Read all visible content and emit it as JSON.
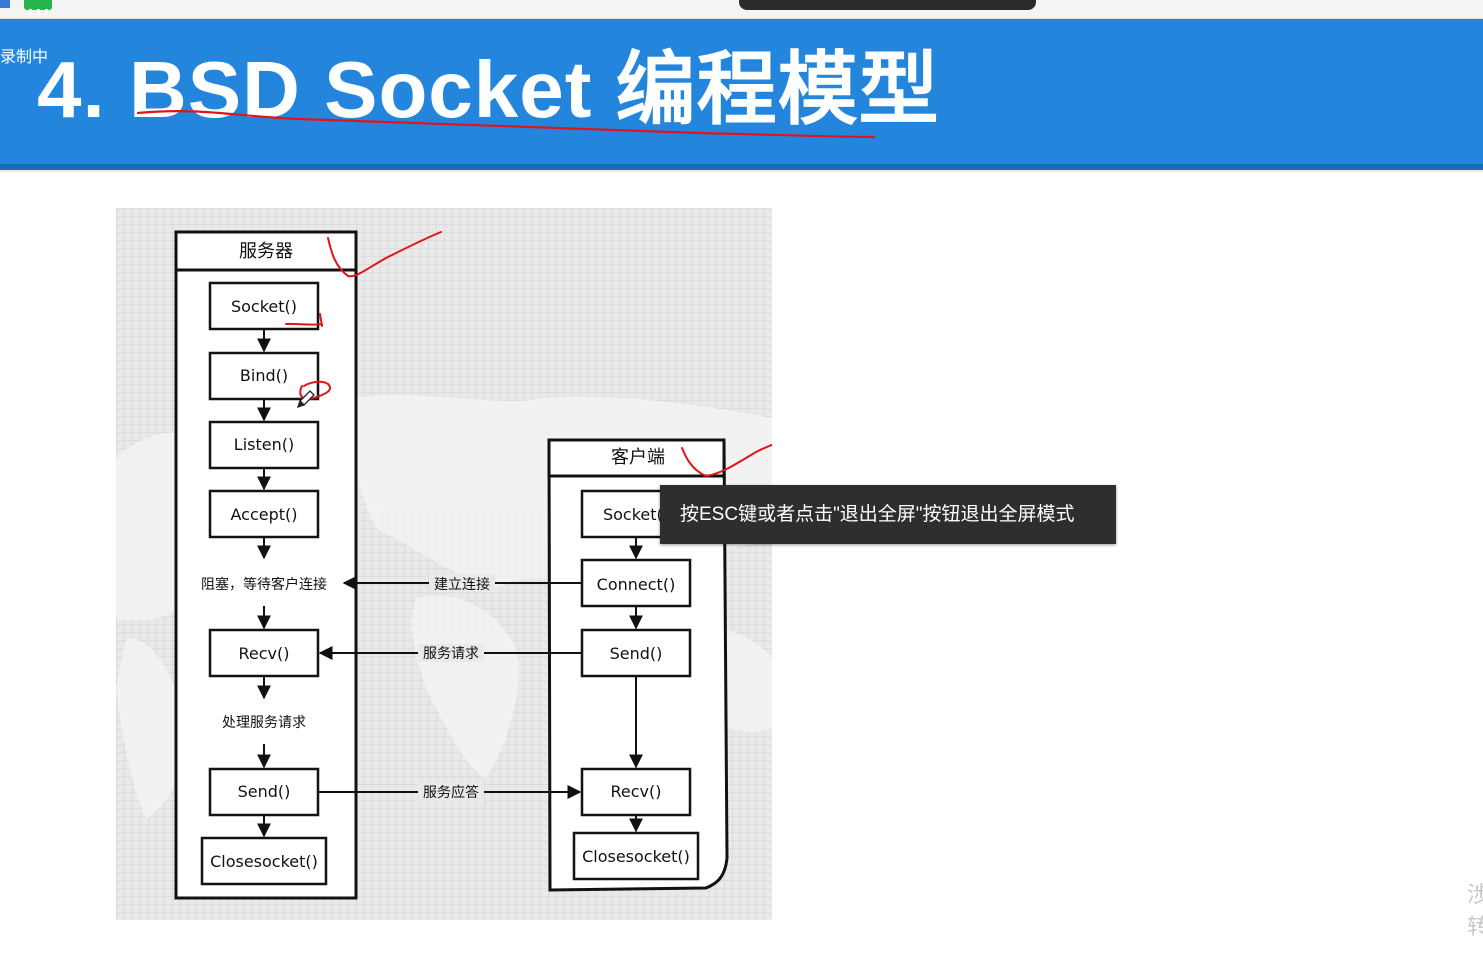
{
  "recording_label": "录制中",
  "slide_title": "4. BSD Socket 编程模型",
  "tooltip": "按ESC键或者点击\"退出全屏\"按钮退出全屏模式",
  "corner_text": [
    "涉",
    "转"
  ],
  "server": {
    "title": "服务器",
    "steps": [
      "Socket()",
      "Bind()",
      "Listen()",
      "Accept()",
      "阻塞，等待客户连接",
      "Recv()",
      "处理服务请求",
      "Send()",
      "Closesocket()"
    ]
  },
  "client": {
    "title": "客户端",
    "steps": [
      "Socket()",
      "Connect()",
      "Send()",
      "Recv()",
      "Closesocket()"
    ]
  },
  "connections": {
    "connect": "建立连接",
    "request": "服务请求",
    "response": "服务应答"
  },
  "colors": {
    "header_bg": "#2386dc",
    "annotation_ink": "#e0141b",
    "tooltip_bg": "#2e2e2e"
  }
}
